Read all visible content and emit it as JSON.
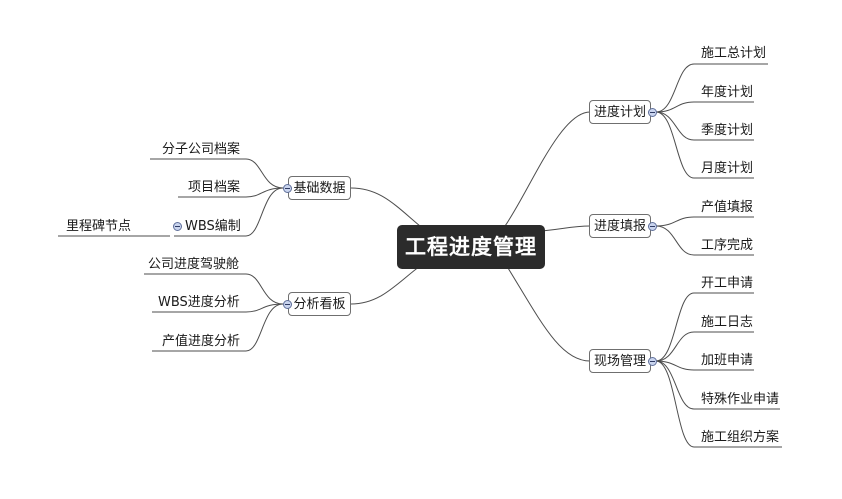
{
  "root": "工程进度管理",
  "right": [
    {
      "label": "进度计划",
      "children": [
        "施工总计划",
        "年度计划",
        "季度计划",
        "月度计划"
      ]
    },
    {
      "label": "进度填报",
      "children": [
        "产值填报",
        "工序完成"
      ]
    },
    {
      "label": "现场管理",
      "children": [
        "开工申请",
        "施工日志",
        "加班申请",
        "特殊作业申请",
        "施工组织方案"
      ]
    }
  ],
  "left": [
    {
      "label": "基础数据",
      "children": [
        "分子公司档案",
        "项目档案",
        "WBS编制"
      ],
      "sub": {
        "parent": "WBS编制",
        "children": [
          "里程碑节点"
        ]
      }
    },
    {
      "label": "分析看板",
      "children": [
        "公司进度驾驶舱",
        "WBS进度分析",
        "产值进度分析"
      ]
    }
  ],
  "colors": {
    "line": "#4d4d4d",
    "root_bg": "#2b2b2b",
    "root_text": "#ffffff",
    "toggle": "#c9d4ee"
  }
}
